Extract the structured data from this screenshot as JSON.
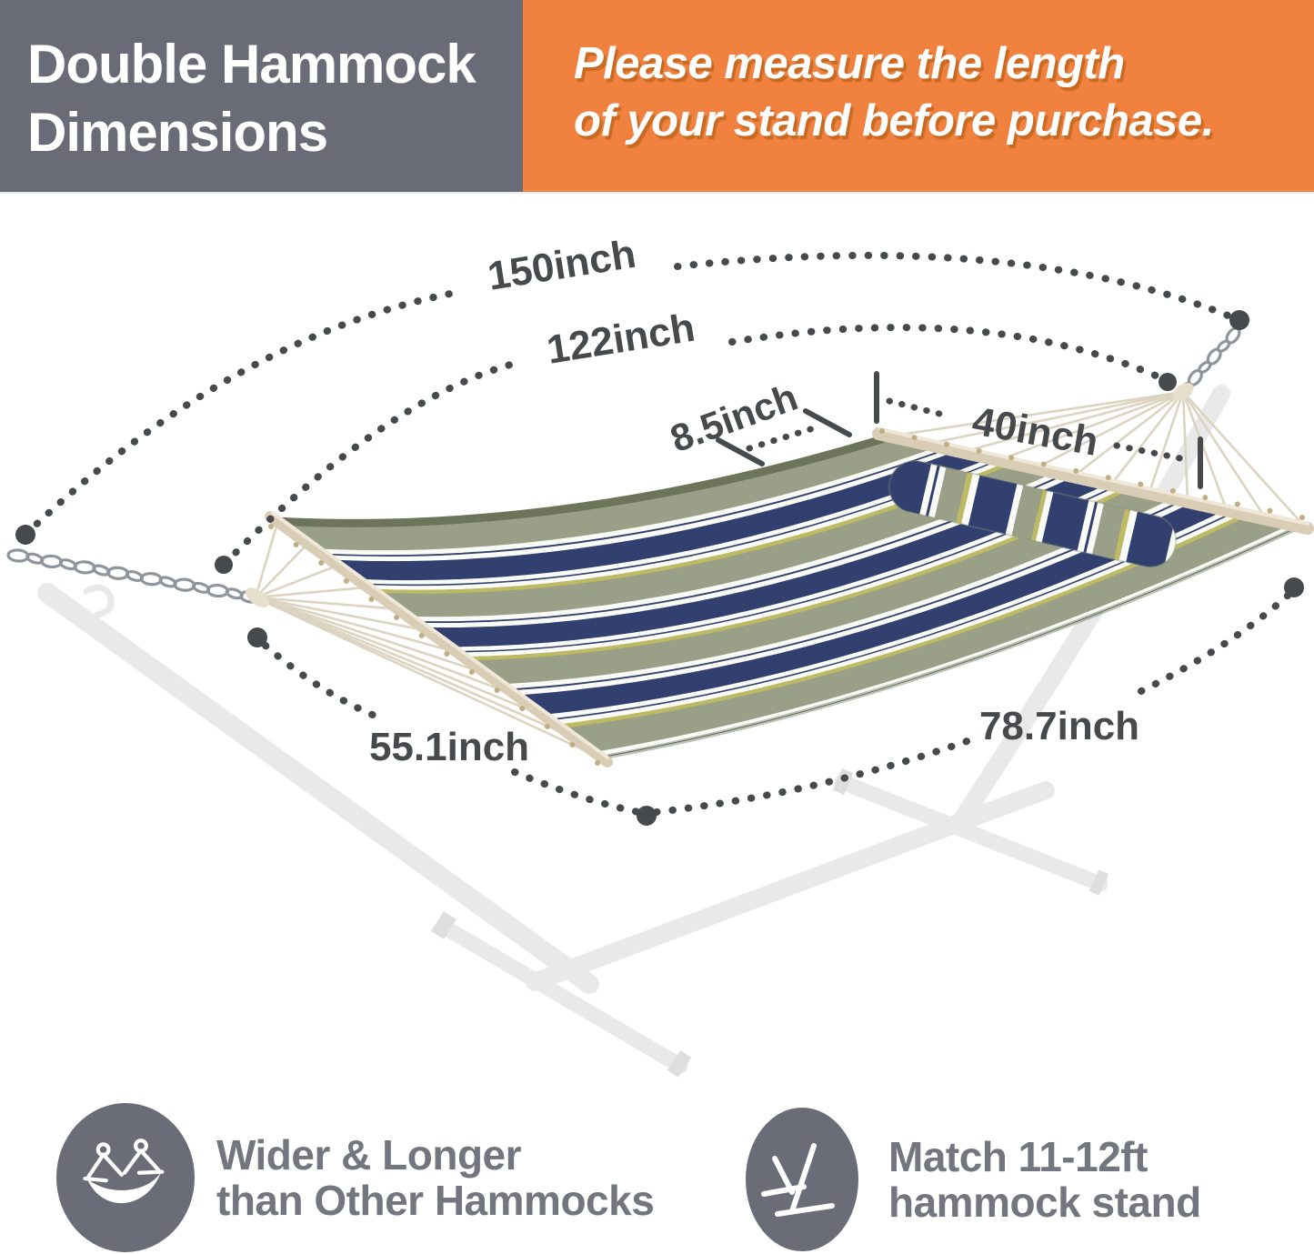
{
  "header": {
    "title": {
      "line1": "Double Hammock",
      "line2": "Dimensions"
    },
    "notice": {
      "line1": "Please measure the length",
      "line2": "of your stand before purchase."
    }
  },
  "dimensions": {
    "total_length": "150inch",
    "bed_with_bars": "122inch",
    "pillow": "8.5inch",
    "rope_span": "40inch",
    "bed_width": "55.1inch",
    "bed_length": "78.7inch"
  },
  "features": {
    "wider": {
      "icon": "double-hammock-icon",
      "line1": "Wider & Longer",
      "line2": "than Other Hammocks"
    },
    "stand": {
      "icon": "hammock-stand-icon",
      "line1": "Match 11-12ft",
      "line2": "hammock stand"
    }
  },
  "colors": {
    "header_gray": "#696B76",
    "accent_orange": "#F0813E",
    "notice_shadow": "#C96A23",
    "annotation": "#474A4D",
    "feature_text": "#73767E",
    "badge_gray": "#6A6C78",
    "stand_ghost": "#E9E9E9",
    "bar_tan": "#D9CDB5",
    "rope": "#DCD4C0",
    "chain": "#8F959C",
    "stripe_sage": "#9AA088",
    "stripe_navy": "#31406F",
    "stripe_white": "#FAFAF7",
    "stripe_yellow": "#BEBA64",
    "stripe_hem": "#6E7459"
  }
}
